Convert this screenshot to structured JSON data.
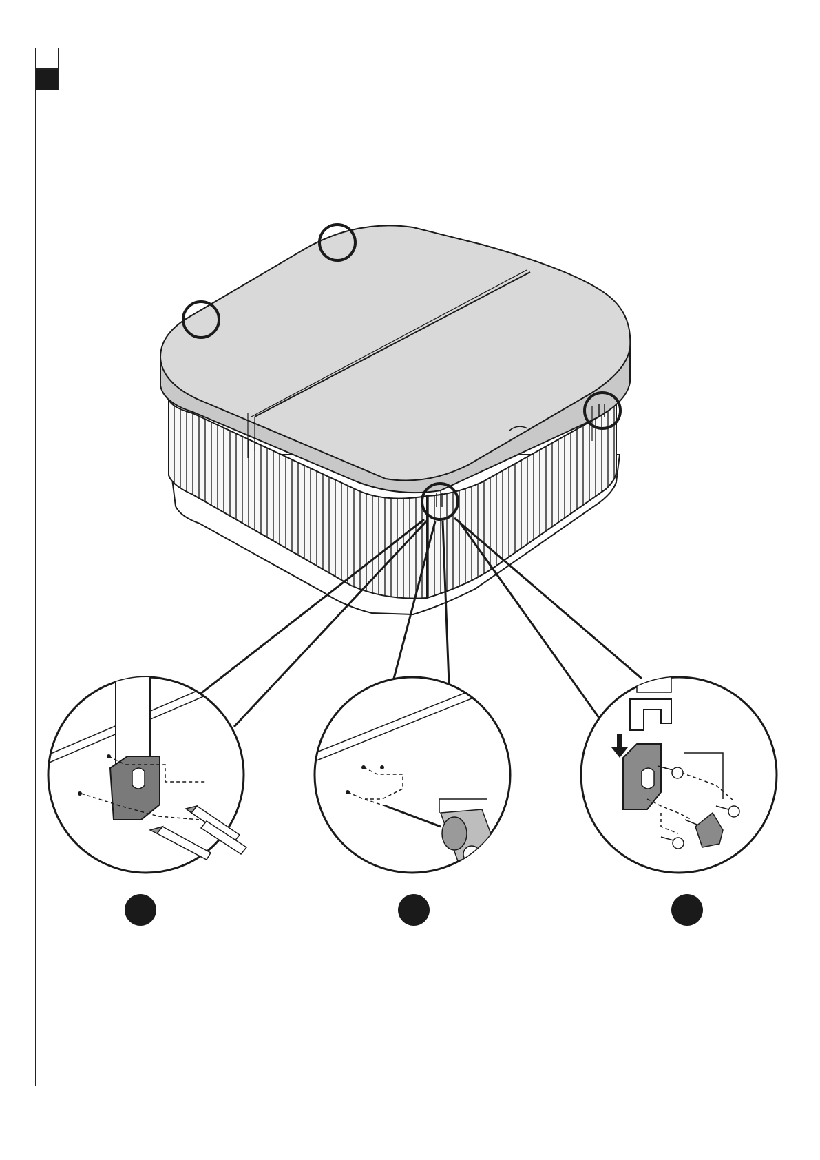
{
  "colors": {
    "line": "#1a1a1a",
    "cover_fill": "#d9d9d9",
    "cover_edge_fill": "#c8c8c8",
    "panel_fill": "#f7f7f7",
    "background": "#ffffff"
  },
  "steps": [
    {
      "id": "step-1",
      "action": "mark-drill-holes",
      "icon": "pencil-icon"
    },
    {
      "id": "step-2",
      "action": "drill-holes",
      "icon": "drill-icon"
    },
    {
      "id": "step-3",
      "action": "fasten-lock-clip",
      "icon": "screw-icon"
    }
  ],
  "highlight_circles": 4,
  "icons": [
    "pencil-icon",
    "drill-icon",
    "screw-icon",
    "key-icon",
    "down-arrow-icon",
    "lock-clip-icon"
  ]
}
